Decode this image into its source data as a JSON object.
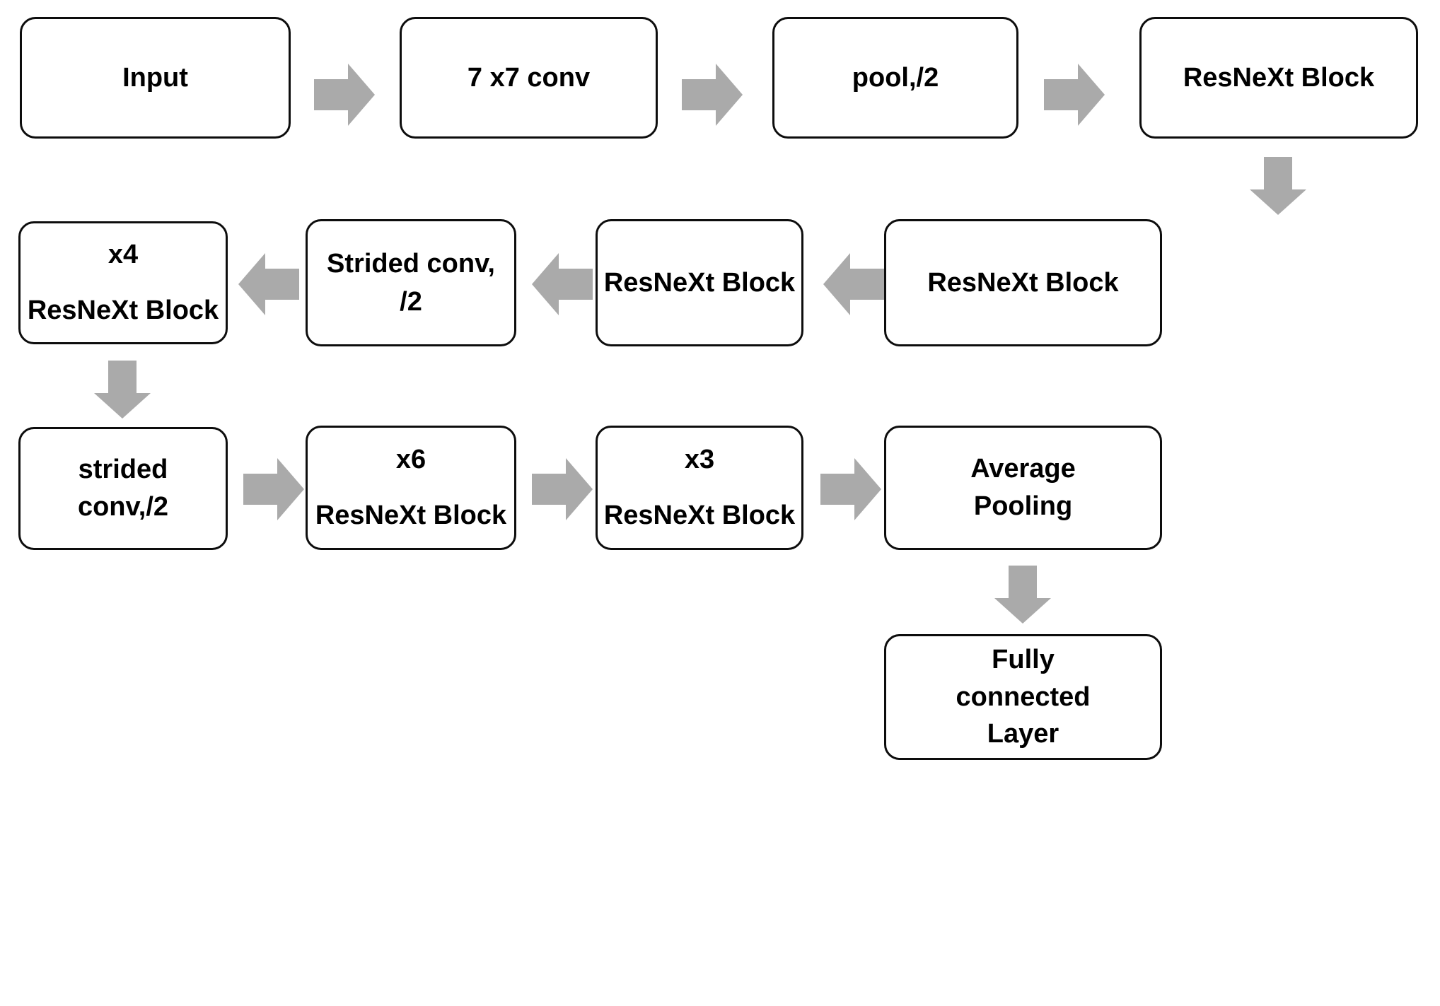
{
  "diagram": {
    "title": "ResNeXt network architecture flowchart",
    "colors": {
      "box_border": "#0d0d0d",
      "box_fill": "#ffffff",
      "text": "#000000",
      "arrow": "#aaaaaa",
      "background": "#ffffff"
    },
    "nodes": [
      {
        "id": "input",
        "lines": [
          "Input"
        ]
      },
      {
        "id": "conv7x7",
        "lines": [
          "7 x7 conv"
        ]
      },
      {
        "id": "pool2",
        "lines": [
          "pool,/2"
        ]
      },
      {
        "id": "resnext-block-1",
        "lines": [
          "ResNeXt Block"
        ]
      },
      {
        "id": "resnext-block-2",
        "lines": [
          "ResNeXt Block"
        ]
      },
      {
        "id": "resnext-block-3",
        "lines": [
          "ResNeXt Block"
        ]
      },
      {
        "id": "strided-conv-2-a",
        "lines": [
          "Strided conv,",
          "/2"
        ]
      },
      {
        "id": "x4-resnext-block",
        "lines": [
          "x4",
          "ResNeXt Block"
        ]
      },
      {
        "id": "strided-conv-2-b",
        "lines": [
          "strided",
          "conv,/2"
        ]
      },
      {
        "id": "x6-resnext-block",
        "lines": [
          "x6",
          "ResNeXt Block"
        ]
      },
      {
        "id": "x3-resnext-block",
        "lines": [
          "x3",
          "ResNeXt Block"
        ]
      },
      {
        "id": "average-pooling",
        "lines": [
          "Average",
          "Pooling"
        ]
      },
      {
        "id": "fully-connected-layer",
        "lines": [
          "Fully",
          "connected",
          "Layer"
        ]
      }
    ],
    "arrows": [
      {
        "id": "input-to-conv7x7",
        "direction": "right"
      },
      {
        "id": "conv7x7-to-pool2",
        "direction": "right"
      },
      {
        "id": "pool2-to-resnext-block-1",
        "direction": "right"
      },
      {
        "id": "resnext-block-1-to-resnext-block-2",
        "direction": "down"
      },
      {
        "id": "resnext-block-2-to-resnext-block-3",
        "direction": "left"
      },
      {
        "id": "resnext-block-3-to-strided-conv-a",
        "direction": "left"
      },
      {
        "id": "strided-conv-a-to-x4-resnext-block",
        "direction": "left"
      },
      {
        "id": "x4-resnext-block-to-strided-conv-b",
        "direction": "down"
      },
      {
        "id": "strided-conv-b-to-x6-resnext-block",
        "direction": "right"
      },
      {
        "id": "x6-resnext-block-to-x3-resnext-block",
        "direction": "right"
      },
      {
        "id": "x3-resnext-block-to-average-pooling",
        "direction": "right"
      },
      {
        "id": "average-pooling-to-fully-connected",
        "direction": "down"
      }
    ]
  }
}
